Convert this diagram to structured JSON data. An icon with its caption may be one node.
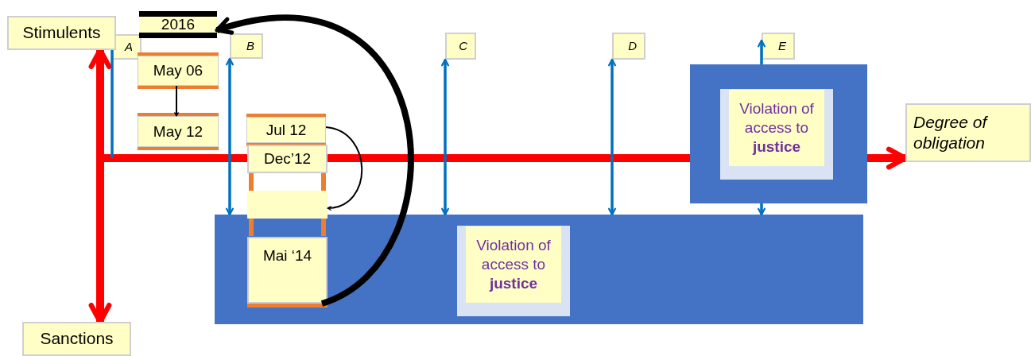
{
  "diagram": {
    "nodes": [
      {
        "text": [
          "Stimulents"
        ]
      },
      {
        "text": [
          "Sanctions"
        ]
      },
      {
        "text": [
          "Degree of obligation"
        ]
      },
      {
        "text": [
          "2016"
        ]
      },
      {
        "text": [
          "May 06"
        ]
      },
      {
        "text": [
          "May 12"
        ]
      },
      {
        "text": [
          "Jul 12"
        ]
      },
      {
        "text": [
          "Dec’12"
        ]
      },
      {
        "text": [],
        "shape": "box"
      },
      {
        "text": [],
        "shape": "box"
      },
      {
        "text": [
          "Mai ‘14"
        ],
        "in": 9
      },
      {
        "text": [
          "Violation of access to **justice**"
        ],
        "in": 9
      },
      {
        "text": [],
        "shape": "box"
      },
      {
        "text": [
          "Violation of access to **justice**"
        ],
        "in": 12
      },
      {
        "text": [
          "A"
        ]
      },
      {
        "text": [
          "B"
        ]
      },
      {
        "text": [
          "C"
        ]
      },
      {
        "text": [
          "D"
        ]
      },
      {
        "text": [
          "E"
        ]
      }
    ],
    "edges": [
      {
        "from": 0,
        "to": 1,
        "arrow": "both",
        "style": "thick",
        "color": "#ff0000"
      },
      {
        "from": null,
        "to": 2,
        "arrow": "to",
        "style": "thick",
        "color": "#ff0000"
      },
      {
        "from": null,
        "to": 14,
        "arrow": "to"
      },
      {
        "from": 15,
        "to": 9,
        "arrow": "both"
      },
      {
        "from": 16,
        "to": 9,
        "arrow": "both"
      },
      {
        "from": 17,
        "to": 9,
        "arrow": "both"
      },
      {
        "from": 12,
        "to": 18,
        "arrow": "to"
      },
      {
        "from": 12,
        "to": 9,
        "arrow": "to"
      },
      {
        "from": 4,
        "to": 5,
        "arrow": "to",
        "color": "#000000"
      },
      {
        "from": 6,
        "to": 8,
        "arrow": "to",
        "color": "#000000"
      },
      {
        "from": 10,
        "to": 3,
        "arrow": "to",
        "style": "thick",
        "color": "#000000"
      }
    ]
  }
}
